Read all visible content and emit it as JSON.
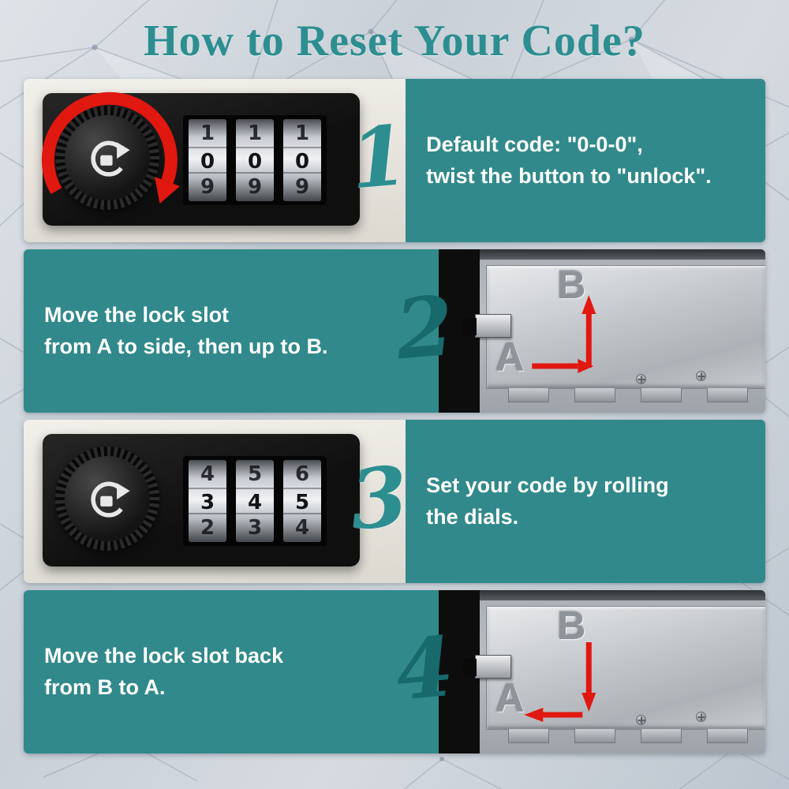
{
  "title": "How to Reset Your Code?",
  "colors": {
    "title_teal": "#2d8e90",
    "panel_teal": "#31898b",
    "arrow_red": "#e01810",
    "step_number_on_photo": "#2d8e90",
    "step_number_on_teal": "#17696b"
  },
  "steps": [
    {
      "number": "1",
      "line1": "Default code: \"0-0-0\",",
      "line2": "twist the button to \"unlock\"."
    },
    {
      "number": "2",
      "line1": "Move the lock slot",
      "line2": "from A to side, then up to B."
    },
    {
      "number": "3",
      "line1": "Set your code by rolling",
      "line2": "the dials."
    },
    {
      "number": "4",
      "line1": "Move the lock slot back",
      "line2": "from B to A."
    }
  ],
  "locks": {
    "front_step1": {
      "dials": [
        [
          "1",
          "0",
          "9"
        ],
        [
          "1",
          "0",
          "9"
        ],
        [
          "1",
          "0",
          "9"
        ]
      ]
    },
    "front_step3": {
      "dials": [
        [
          "4",
          "3",
          "2"
        ],
        [
          "5",
          "4",
          "3"
        ],
        [
          "6",
          "5",
          "4"
        ]
      ]
    },
    "back_plate": {
      "label_a": "A",
      "label_b": "B"
    }
  }
}
